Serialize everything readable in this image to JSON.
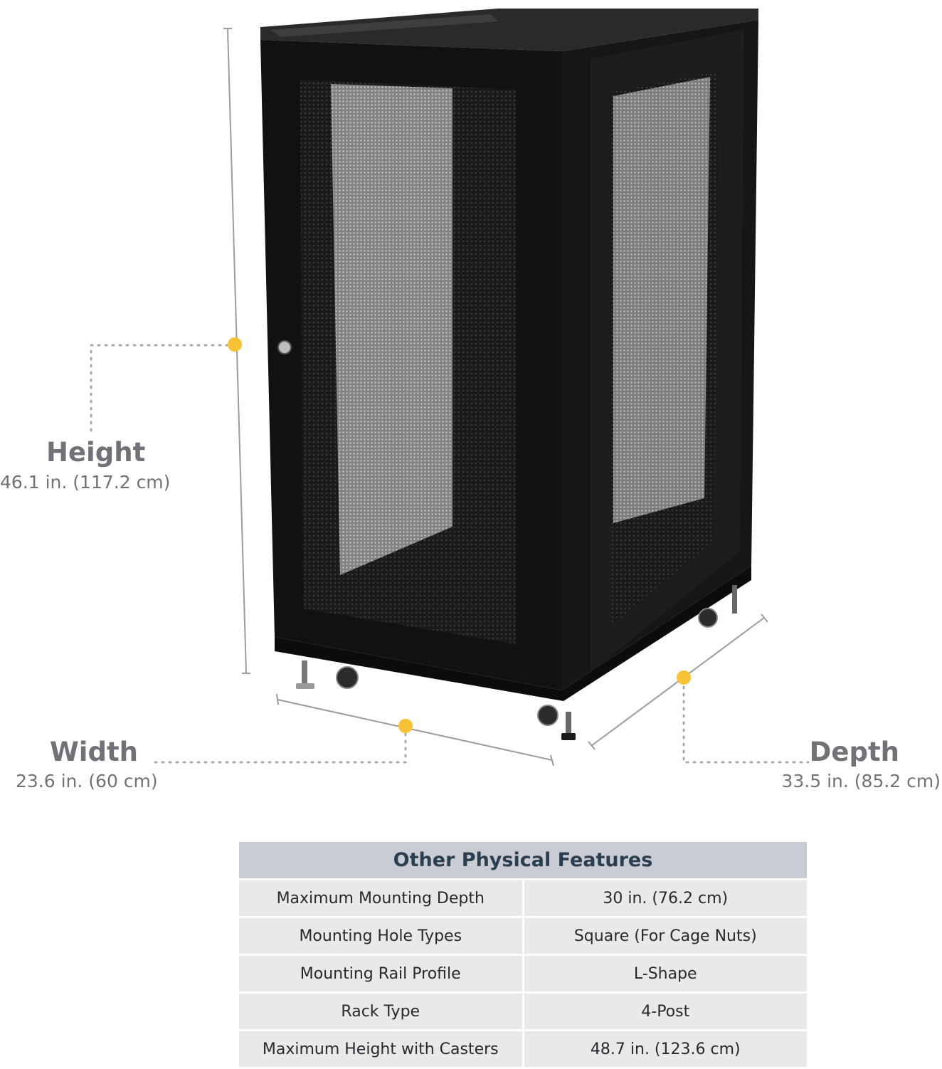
{
  "dimensions": {
    "height": {
      "label": "Height",
      "value": "46.1 in. (117.2 cm)"
    },
    "width": {
      "label": "Width",
      "value": "23.6 in. (60 cm)"
    },
    "depth": {
      "label": "Depth",
      "value": "33.5 in. (85.2 cm)"
    }
  },
  "table": {
    "title": "Other Physical Features",
    "rows": [
      {
        "feature": "Maximum Mounting Depth",
        "value": "30 in. (76.2 cm)"
      },
      {
        "feature": "Mounting Hole Types",
        "value": "Square (For Cage Nuts)"
      },
      {
        "feature": "Mounting Rail Profile",
        "value": "L-Shape"
      },
      {
        "feature": "Rack Type",
        "value": "4-Post"
      },
      {
        "feature": "Maximum Height with Casters",
        "value": "48.7 in. (123.6 cm)"
      }
    ]
  },
  "colors": {
    "accent_dot": "#f7c234",
    "dimension_line": "#9a9ca0",
    "text_gray": "#707277",
    "header_bg": "#c9ccd2",
    "header_text": "#2b3e4f",
    "row_bg": "#e8e9eb"
  }
}
